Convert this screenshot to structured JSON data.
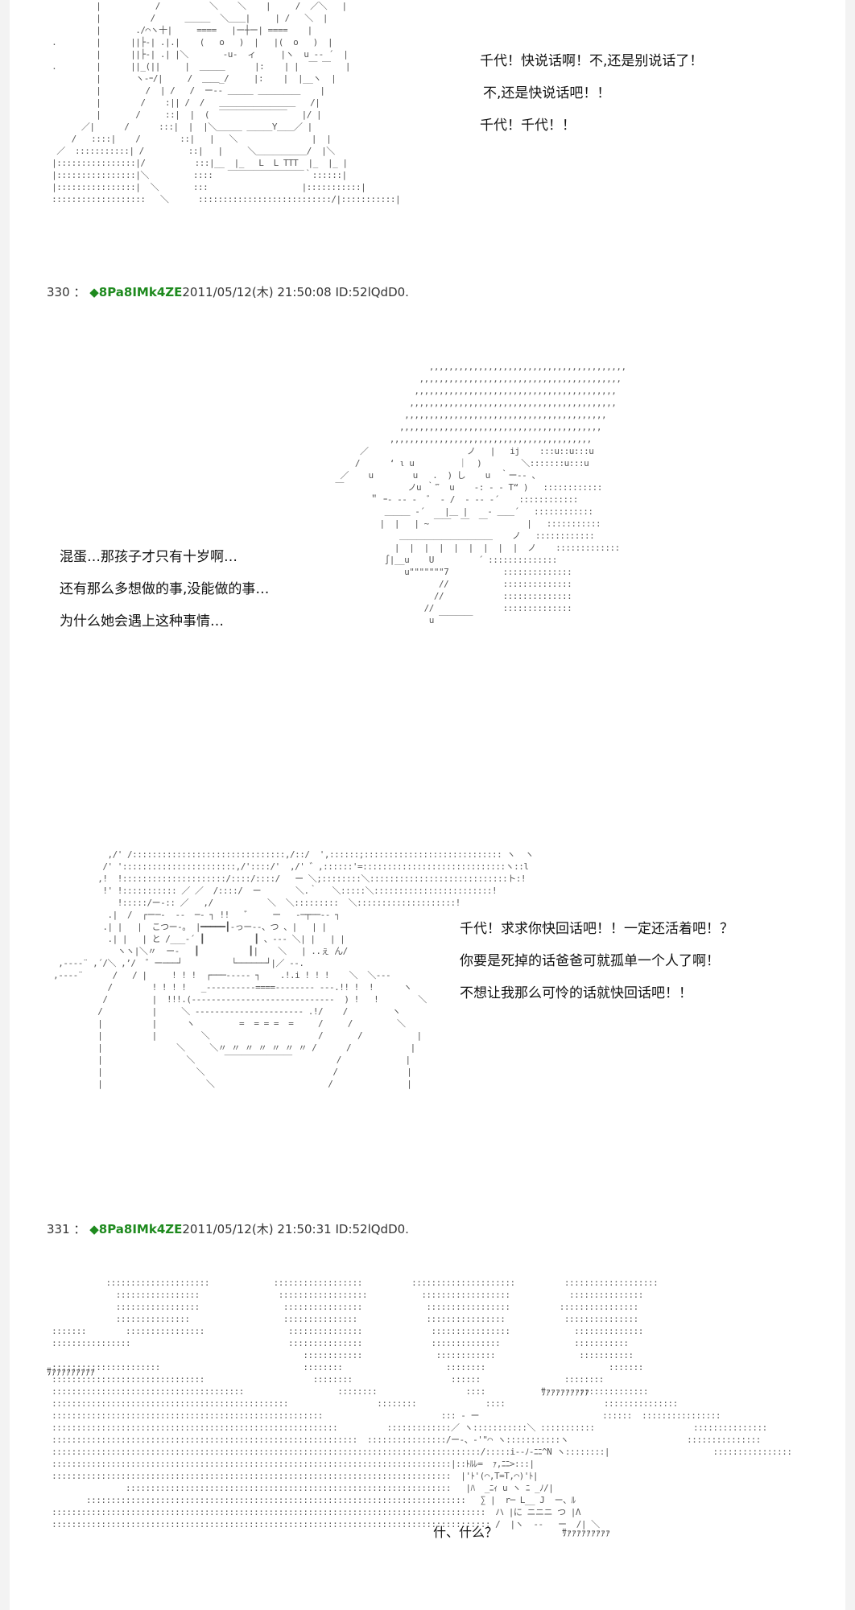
{
  "panel1": {
    "lines": [
      "千代！快说话啊！不,还是别说话了！",
      "不,还是快说话吧！！",
      "千代！千代！！"
    ]
  },
  "post330": {
    "number": "330",
    "separator": "：",
    "name": "◆8Pa8IMk4ZE",
    "datetime": "2011/05/12(木) 21:50:08",
    "id": "ID:52lQdD0."
  },
  "panel2": {
    "lines": [
      "混蛋…那孩子才只有十岁啊…",
      "还有那么多想做的事,没能做的事…",
      "为什么她会遇上这种事情…"
    ]
  },
  "panel3": {
    "lines": [
      "千代！求求你快回话吧！！一定还活着吧！？",
      "你要是死掉的话爸爸可就孤单一个人了啊！",
      "不想让我那么可怜的话就快回话吧！！"
    ]
  },
  "post331": {
    "number": "331",
    "separator": "：",
    "name": "◆8Pa8IMk4ZE",
    "datetime": "2011/05/12(木) 21:50:31",
    "id": "ID:52lQdD0."
  },
  "panel4": {
    "sfx_left": "ｻｧｧｧｧｧｧｧｧｧ",
    "sfx_right_top": "ｻｧｧｧｧｧｧｧｧｧ",
    "sfx_right_bottom": "ｻｧｧｧｧｧｧｧｧｧ",
    "dialog": "什、什么？"
  }
}
